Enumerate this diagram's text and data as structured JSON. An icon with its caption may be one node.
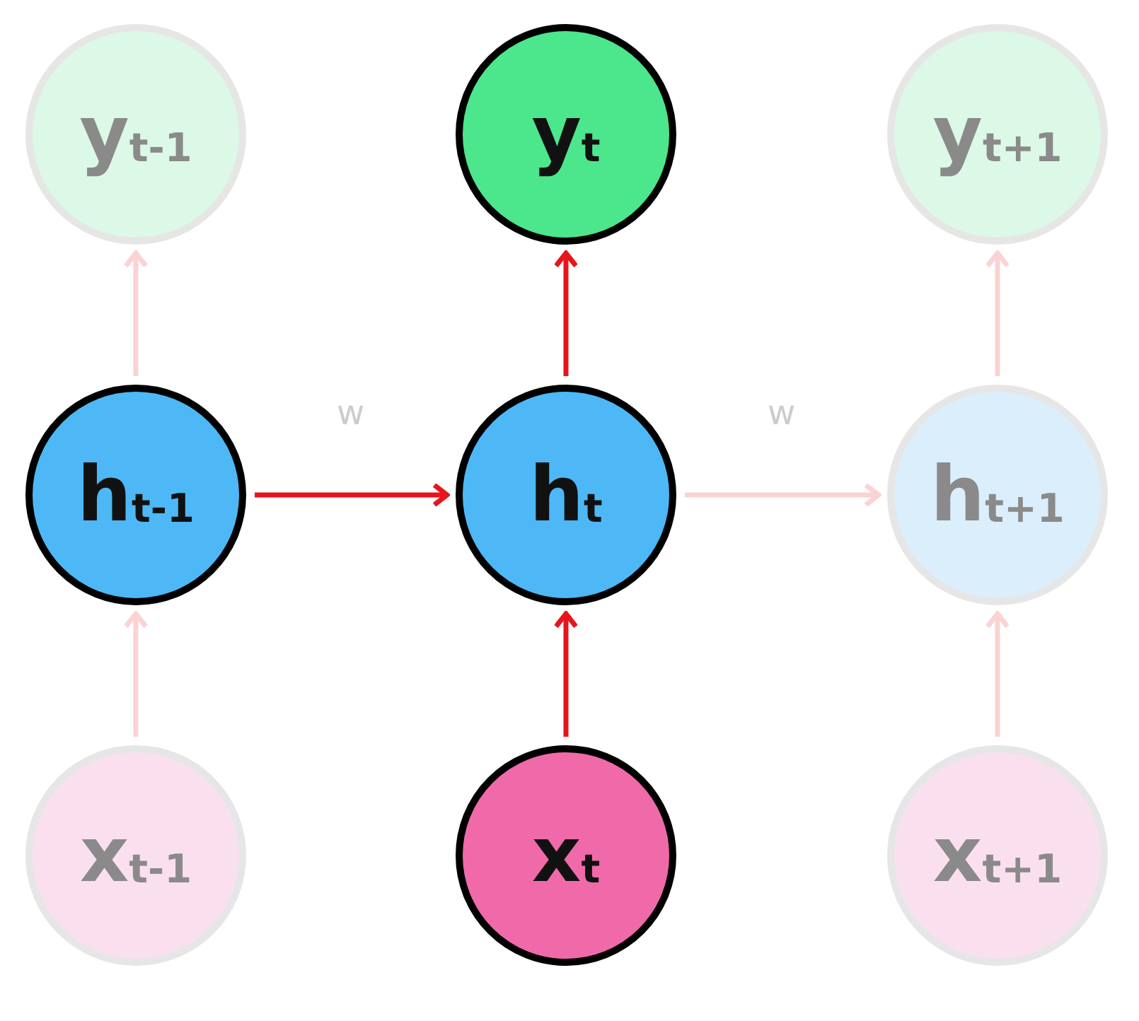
{
  "diagram": {
    "nodes": [
      {
        "text": [
          "y$_{t-1}$"
        ]
      },
      {
        "text": [
          "y$_{t}$"
        ]
      },
      {
        "text": [
          "y$_{t+1}$"
        ]
      },
      {
        "text": [
          "h$_{t-1}$"
        ]
      },
      {
        "text": [
          "h$_{t}$"
        ]
      },
      {
        "text": [
          "h$_{t+1}$"
        ]
      },
      {
        "text": [
          "x$_{t-1}$"
        ]
      },
      {
        "text": [
          "x$_{t}$"
        ]
      },
      {
        "text": [
          "x$_{t+1}$"
        ]
      }
    ],
    "edges": [
      {
        "from": 6,
        "to": 3,
        "arrow": "to",
        "color": "#fbd3d3"
      },
      {
        "from": 3,
        "to": 0,
        "arrow": "to",
        "color": "#fbd3d3"
      },
      {
        "from": 3,
        "to": 4,
        "arrow": "to",
        "label": "w",
        "color": "#e8141c"
      },
      {
        "from": 7,
        "to": 4,
        "arrow": "to",
        "color": "#e8141c"
      },
      {
        "from": 4,
        "to": 1,
        "arrow": "to",
        "color": "#e8141c"
      },
      {
        "from": 4,
        "to": 5,
        "arrow": "to",
        "label": "w",
        "color": "#fbd3d3"
      },
      {
        "from": 8,
        "to": 5,
        "arrow": "to",
        "color": "#fbd3d3"
      },
      {
        "from": 5,
        "to": 2,
        "arrow": "to",
        "color": "#fbd3d3"
      }
    ]
  }
}
